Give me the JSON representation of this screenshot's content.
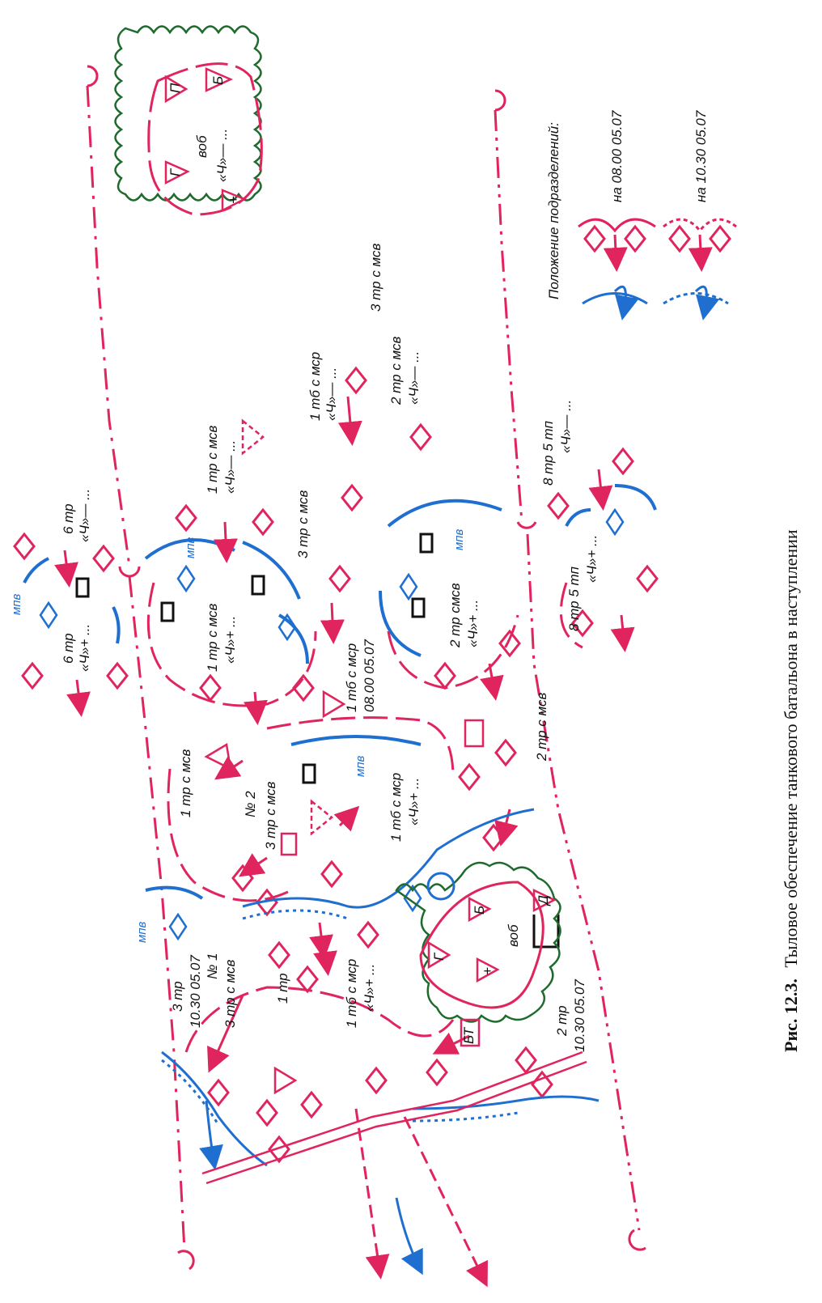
{
  "figure": {
    "caption_prefix": "Рис. 12.3.",
    "caption_text": "Тыловое обеспечение танкового батальона в наступлении"
  },
  "legend": {
    "title": "Положение подразделений:",
    "row1": "на 08.00 05.07",
    "row2": "на 10.30 05.07"
  },
  "labels": {
    "mpv": "мпв",
    "tr6": "6 тр",
    "ch_minus": "«Ч»— ...",
    "ch_plus": "«Ч»+ ...",
    "tr1_msv": "1 тр с мсв",
    "tr3_msv": "3 тр с мсв",
    "tb1_msr": "1 тб с мср",
    "time_0800": "08.00 05.07",
    "time_1030": "10.30 05.07",
    "tr2_msv": "2 тр с мсв",
    "tr2_smsv": "2 тр смсв",
    "tr8_5tp": "8 тр 5 тп",
    "vob": "воб",
    "no1": "№ 1",
    "no2": "№ 2",
    "tr3": "3 тр",
    "tr1": "1 тр",
    "tr2": "2 тр",
    "bt": "БТ",
    "p": "П",
    "b": "Б",
    "g": "Г",
    "plus": "+",
    "d": "Д"
  },
  "colors": {
    "red": "#e0245e",
    "blue": "#1f6fd0",
    "green": "#1e6b2d",
    "black": "#111111"
  }
}
